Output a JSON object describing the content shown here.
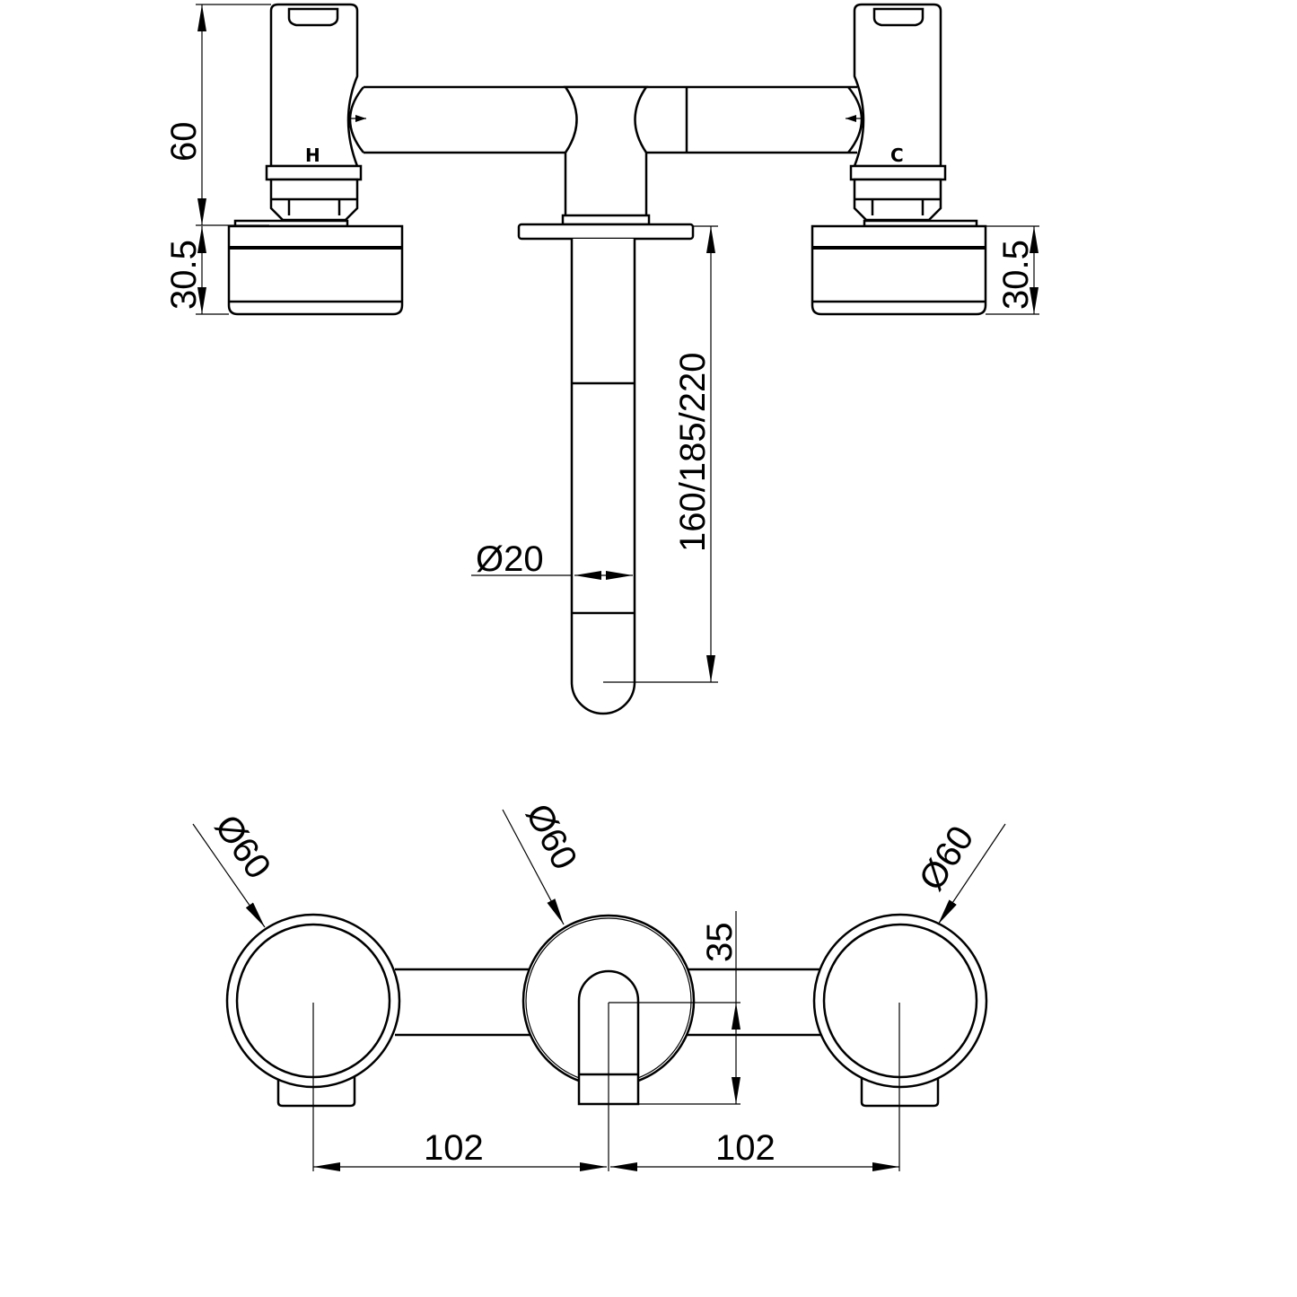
{
  "top_view": {
    "hot_label": "H",
    "cold_label": "C",
    "dim_handle_height": "60",
    "dim_disc_left": "30.5",
    "dim_disc_right": "30.5",
    "dim_spout_length": "160/185/220",
    "dim_spout_diameter": "Ø20"
  },
  "front_view": {
    "dim_left_diameter": "Ø60",
    "dim_center_diameter": "Ø60",
    "dim_right_diameter": "Ø60",
    "dim_spout_height": "35",
    "dim_left_spacing": "102",
    "dim_right_spacing": "102"
  },
  "colors": {
    "line": "#000000",
    "background": "#ffffff"
  }
}
